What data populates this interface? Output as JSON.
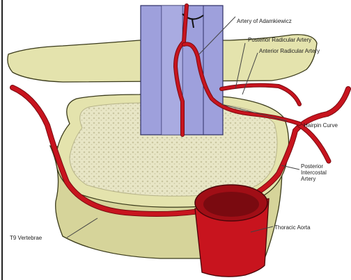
{
  "labels": {
    "adamkiewicz": "Artery of Adamkiewicz",
    "posterior_radicular": "Posterior Radicular Artery",
    "anterior_radicular": "Anterior Radicular Artery",
    "hairpin": "Hairpin Curve",
    "posterior_intercostal_1": "Posterior",
    "posterior_intercostal_2": "Intercostal",
    "posterior_intercostal_3": "Artery",
    "vertebra": "T9 Vertebrae",
    "aorta": "Thoracic Aorta"
  },
  "colors": {
    "bone": "#e4e3ad",
    "bone_dark": "#cfcd90",
    "bone_outline": "#3a3a1a",
    "spinal_cord": "#9ea0dc",
    "spinal_cord_dark": "#7d80c4",
    "artery": "#c8141e",
    "artery_dark": "#7a0a10",
    "cancellous": "#e2e0c4",
    "pointer": "#444444"
  }
}
